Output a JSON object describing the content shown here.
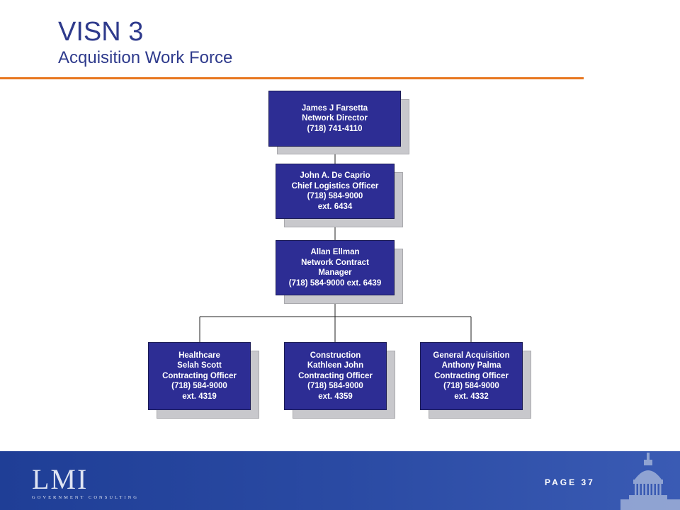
{
  "header": {
    "title": "VISN 3",
    "subtitle": "Acquisition Work Force"
  },
  "org_chart": {
    "director": [
      "James J Farsetta",
      "Network Director",
      "(718) 741-4110"
    ],
    "logistics": [
      "John A. De Caprio",
      "Chief Logistics Officer",
      "(718) 584-9000",
      "ext. 6434"
    ],
    "contract_manager": [
      "Allan Ellman",
      "Network Contract",
      "Manager",
      "(718) 584-9000 ext. 6439"
    ],
    "healthcare": [
      "Healthcare",
      "Selah Scott",
      "Contracting Officer",
      "(718) 584-9000",
      "ext. 4319"
    ],
    "construction": [
      "Construction",
      "Kathleen John",
      "Contracting Officer",
      "(718) 584-9000",
      "ext. 4359"
    ],
    "general": [
      "General Acquisition",
      "Anthony Palma",
      "Contracting Officer",
      "(718) 584-9000",
      "ext. 4332"
    ]
  },
  "footer": {
    "logo_text": "LMI",
    "logo_tagline": "GOVERNMENT CONSULTING",
    "page_label": "PAGE 37"
  },
  "colors": {
    "title": "#2e3a8c",
    "accent_rule": "#e8771f",
    "box_fill": "#2d2d94",
    "footer_blue": "#1f3e96"
  }
}
